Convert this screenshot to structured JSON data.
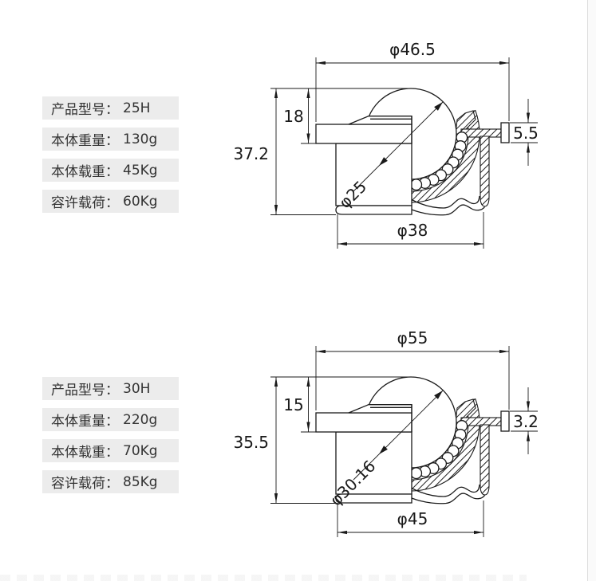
{
  "products": [
    {
      "name": "25H",
      "specs": [
        {
          "label": "产品型号：",
          "value": "25H"
        },
        {
          "label": "本体重量：",
          "value": "130g"
        },
        {
          "label": "本体载重：",
          "value": "45Kg"
        },
        {
          "label": "容许载荷：",
          "value": "60Kg"
        }
      ],
      "dims": {
        "top_diameter": "φ46.5",
        "plate_height": "18",
        "total_height": "37.2",
        "flange_step": "5.5",
        "ball_diameter": "φ25",
        "base_diameter": "φ38"
      }
    },
    {
      "name": "30H",
      "specs": [
        {
          "label": "产品型号：",
          "value": "30H"
        },
        {
          "label": "本体重量：",
          "value": "220g"
        },
        {
          "label": "本体载重：",
          "value": "70Kg"
        },
        {
          "label": "容许载荷：",
          "value": "85Kg"
        }
      ],
      "dims": {
        "top_diameter": "φ55",
        "plate_height": "15",
        "total_height": "35.5",
        "flange_step": "3.2",
        "ball_diameter": "φ30.16",
        "base_diameter": "φ45"
      }
    }
  ],
  "colors": {
    "line": "#1a1a1a",
    "row_bg": "#ececec",
    "text": "#333333"
  }
}
